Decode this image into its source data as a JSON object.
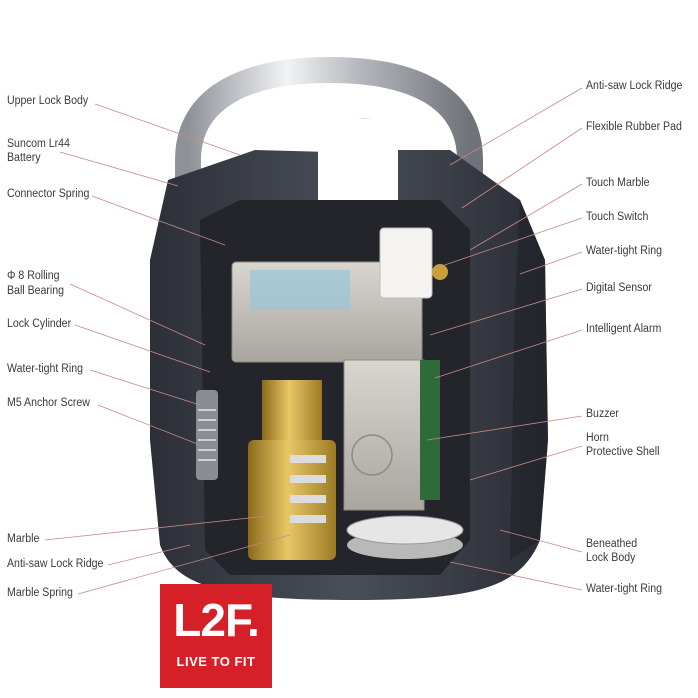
{
  "labels_left": [
    {
      "id": "upper-lock-body",
      "text": "Upper Lock Body"
    },
    {
      "id": "suncom-battery-1",
      "text": "Suncom Lr44"
    },
    {
      "id": "suncom-battery-2",
      "text": "Battery"
    },
    {
      "id": "connector-spring",
      "text": "Connector Spring"
    },
    {
      "id": "rolling-ball-bearing-1",
      "text": "Φ 8 Rolling"
    },
    {
      "id": "rolling-ball-bearing-2",
      "text": "Ball Bearing"
    },
    {
      "id": "lock-cylinder",
      "text": "Lock Cylinder"
    },
    {
      "id": "water-tight-ring-left",
      "text": "Water-tight Ring"
    },
    {
      "id": "m5-anchor-screw",
      "text": "M5 Anchor Screw"
    },
    {
      "id": "marble",
      "text": "Marble"
    },
    {
      "id": "anti-saw-lock-ridge-left",
      "text": "Anti-saw Lock Ridge"
    },
    {
      "id": "marble-spring",
      "text": "Marble Spring"
    }
  ],
  "labels_right": [
    {
      "id": "anti-saw-lock-ridge-right",
      "text": "Anti-saw Lock Ridge"
    },
    {
      "id": "flexible-rubber-pad",
      "text": "Flexible Rubber Pad"
    },
    {
      "id": "touch-marble",
      "text": "Touch Marble"
    },
    {
      "id": "touch-switch",
      "text": "Touch Switch"
    },
    {
      "id": "water-tight-ring-right",
      "text": "Water-tight Ring"
    },
    {
      "id": "digital-sensor",
      "text": "Digital Sensor"
    },
    {
      "id": "intelligent-alarm",
      "text": "Intelligent Alarm"
    },
    {
      "id": "buzzer",
      "text": "Buzzer"
    },
    {
      "id": "horn-1",
      "text": "Horn"
    },
    {
      "id": "horn-2",
      "text": "Protective Shell"
    },
    {
      "id": "beneathed-1",
      "text": "Beneathed"
    },
    {
      "id": "beneathed-2",
      "text": "Lock Body"
    },
    {
      "id": "water-tight-ring-bottom",
      "text": "Water-tight Ring"
    }
  ],
  "logo": {
    "main": "L2F.",
    "sub": "LIVE TO FIT",
    "background": "#d62027",
    "text_color": "#ffffff"
  },
  "colors": {
    "leader_line": "#c98a84",
    "lock_body": "#3b3f4a",
    "shackle": "#c9ccd1",
    "cylinder_gold": "#c9a13a",
    "module_grey": "#bdbab2"
  }
}
